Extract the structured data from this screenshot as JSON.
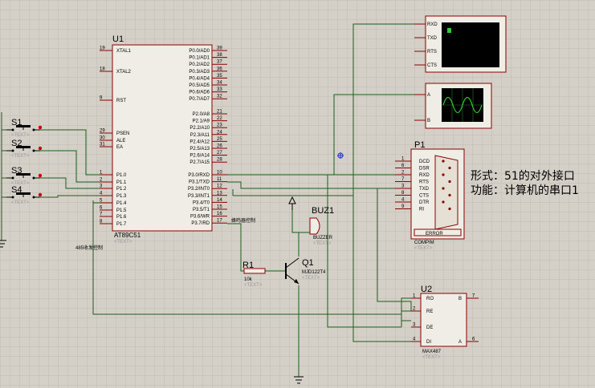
{
  "mcu": {
    "ref": "U1",
    "part": "AT89C51",
    "text": "<TEXT>",
    "left_pins": [
      {
        "num": "19",
        "name": "XTAL1"
      },
      {
        "num": "18",
        "name": "XTAL2"
      },
      {
        "num": "9",
        "name": "RST"
      },
      {
        "num": "29",
        "name": "PSEN"
      },
      {
        "num": "30",
        "name": "ALE"
      },
      {
        "num": "31",
        "name": "EA"
      },
      {
        "num": "1",
        "name": "P1.0"
      },
      {
        "num": "2",
        "name": "P1.1"
      },
      {
        "num": "3",
        "name": "P1.2"
      },
      {
        "num": "4",
        "name": "P1.3"
      },
      {
        "num": "5",
        "name": "P1.4"
      },
      {
        "num": "6",
        "name": "P1.5"
      },
      {
        "num": "7",
        "name": "P1.6"
      },
      {
        "num": "8",
        "name": "P1.7"
      }
    ],
    "right_pins": [
      {
        "num": "39",
        "name": "P0.0/AD0"
      },
      {
        "num": "38",
        "name": "P0.1/AD1"
      },
      {
        "num": "37",
        "name": "P0.2/AD2"
      },
      {
        "num": "36",
        "name": "P0.3/AD3"
      },
      {
        "num": "35",
        "name": "P0.4/AD4"
      },
      {
        "num": "34",
        "name": "P0.5/AD5"
      },
      {
        "num": "33",
        "name": "P0.6/AD6"
      },
      {
        "num": "32",
        "name": "P0.7/AD7"
      },
      {
        "num": "21",
        "name": "P2.0/A8"
      },
      {
        "num": "22",
        "name": "P2.1/A9"
      },
      {
        "num": "23",
        "name": "P2.2/A10"
      },
      {
        "num": "24",
        "name": "P2.3/A11"
      },
      {
        "num": "25",
        "name": "P2.4/A12"
      },
      {
        "num": "26",
        "name": "P2.5/A13"
      },
      {
        "num": "27",
        "name": "P2.6/A14"
      },
      {
        "num": "28",
        "name": "P2.7/A15"
      },
      {
        "num": "10",
        "name": "P3.0/RXD"
      },
      {
        "num": "11",
        "name": "P3.1/TXD"
      },
      {
        "num": "12",
        "name": "P3.2/INT0"
      },
      {
        "num": "13",
        "name": "P3.3/INT1"
      },
      {
        "num": "14",
        "name": "P3.4/T0"
      },
      {
        "num": "15",
        "name": "P3.5/T1"
      },
      {
        "num": "16",
        "name": "P3.6/WR"
      },
      {
        "num": "17",
        "name": "P3.7/RD"
      }
    ]
  },
  "switches": [
    {
      "ref": "S1",
      "text": "<TEXT>"
    },
    {
      "ref": "S2",
      "text": "<TEXT>"
    },
    {
      "ref": "S3",
      "text": "<TEXT>"
    },
    {
      "ref": "S4",
      "text": "<TEXT>"
    }
  ],
  "terminal": {
    "pins": [
      "RXD",
      "TXD",
      "RTS",
      "CTS"
    ]
  },
  "scope": {
    "pins": [
      "A",
      "B"
    ]
  },
  "compim": {
    "ref": "P1",
    "part": "COMPIM",
    "text": "<TEXT>",
    "pins": [
      {
        "num": "1",
        "name": "DCD"
      },
      {
        "num": "6",
        "name": "DSR"
      },
      {
        "num": "2",
        "name": "RXD"
      },
      {
        "num": "7",
        "name": "RTS"
      },
      {
        "num": "3",
        "name": "TXD"
      },
      {
        "num": "8",
        "name": "CTS"
      },
      {
        "num": "4",
        "name": "DTR"
      },
      {
        "num": "9",
        "name": "RI"
      }
    ],
    "error": "ERROR"
  },
  "buzzer": {
    "ref": "BUZ1",
    "part": "BUZZER",
    "text": "<TEXT>"
  },
  "resistor": {
    "ref": "R1",
    "value": "10k",
    "text": "<TEXT>"
  },
  "transistor": {
    "ref": "Q1",
    "part": "MJD122T4",
    "text": "<TEXT>"
  },
  "max487": {
    "ref": "U2",
    "part": "MAX487",
    "text": "<TEXT>",
    "left_pins": [
      {
        "num": "1",
        "name": "RO"
      },
      {
        "num": "2",
        "name": "RE"
      },
      {
        "num": "3",
        "name": "DE"
      },
      {
        "num": "4",
        "name": "DI"
      }
    ],
    "right_pins": [
      {
        "num": "7",
        "name": "B"
      },
      {
        "num": "6",
        "name": "A"
      }
    ]
  },
  "net_labels": {
    "buzzer_ctrl": "蜂鸣器控制",
    "rs485_ctrl": "485收发控制"
  },
  "notes": {
    "line1": "形式：51的对外接口",
    "line2": "功能：计算机的串口1"
  }
}
